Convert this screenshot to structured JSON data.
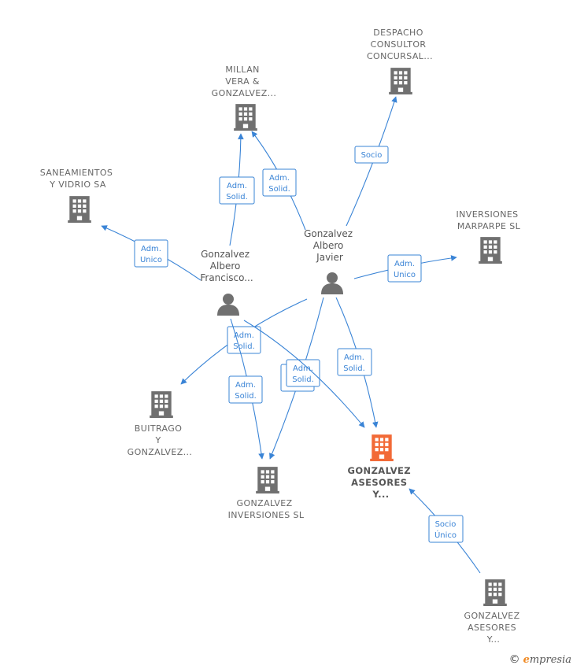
{
  "colors": {
    "edge": "#3a84d6",
    "company": "#707070",
    "focus_company": "#f26a37",
    "person": "#707070"
  },
  "companies": [
    {
      "id": "despacho",
      "lines": [
        "DESPACHO",
        "CONSULTOR",
        "CONCURSAL..."
      ],
      "icon": "building-icon"
    },
    {
      "id": "millan",
      "lines": [
        "MILLAN",
        "VERA &",
        "GONZALVEZ..."
      ],
      "icon": "building-icon"
    },
    {
      "id": "saneamientos",
      "lines": [
        "SANEAMIENTOS",
        "Y VIDRIO SA"
      ],
      "icon": "building-icon"
    },
    {
      "id": "marparpe",
      "lines": [
        "INVERSIONES",
        "MARPARPE  SL"
      ],
      "icon": "building-icon"
    },
    {
      "id": "buitrago",
      "lines": [
        "BUITRAGO",
        "Y",
        "GONZALVEZ..."
      ],
      "icon": "building-icon"
    },
    {
      "id": "inversiones",
      "lines": [
        "GONZALVEZ",
        "INVERSIONES SL"
      ],
      "icon": "building-icon"
    },
    {
      "id": "asesores_focus",
      "lines": [
        "GONZALVEZ",
        "ASESORES",
        "Y..."
      ],
      "icon": "building-icon",
      "focus": true
    },
    {
      "id": "asesores2",
      "lines": [
        "GONZALVEZ",
        "ASESORES",
        "Y..."
      ],
      "icon": "building-icon"
    }
  ],
  "persons": [
    {
      "id": "javier",
      "lines": [
        "Gonzalvez",
        "Albero",
        "Javier"
      ],
      "icon": "person-icon"
    },
    {
      "id": "francisco",
      "lines": [
        "Gonzalvez",
        "Albero",
        "Francisco..."
      ],
      "icon": "person-icon"
    }
  ],
  "edges": [
    {
      "id": "javier-despacho",
      "label": [
        "Socio"
      ]
    },
    {
      "id": "javier-millan",
      "label": [
        "Adm.",
        "Solid."
      ]
    },
    {
      "id": "francisco-millan",
      "label": [
        "Adm.",
        "Solid."
      ]
    },
    {
      "id": "francisco-saneamientos",
      "label": [
        "Adm.",
        "Unico"
      ]
    },
    {
      "id": "javier-marparpe",
      "label": [
        "Adm.",
        "Unico"
      ]
    },
    {
      "id": "javier-buitrago",
      "label": [
        "Adm.",
        "Solid."
      ]
    },
    {
      "id": "francisco-inversiones",
      "label": [
        "Adm.",
        "Solid."
      ]
    },
    {
      "id": "javier-inversiones",
      "label": [
        "Adm.",
        "Solid."
      ]
    },
    {
      "id": "francisco-asesores",
      "label": [
        "Adm.",
        "Solid."
      ]
    },
    {
      "id": "javier-asesores",
      "label": [
        "Adm.",
        "Solid."
      ]
    },
    {
      "id": "asesores2-asesores",
      "label": [
        "Socio",
        "Único"
      ]
    }
  ],
  "footer": {
    "copyright": "©",
    "brand_first": "e",
    "brand_rest": "mpresia"
  }
}
